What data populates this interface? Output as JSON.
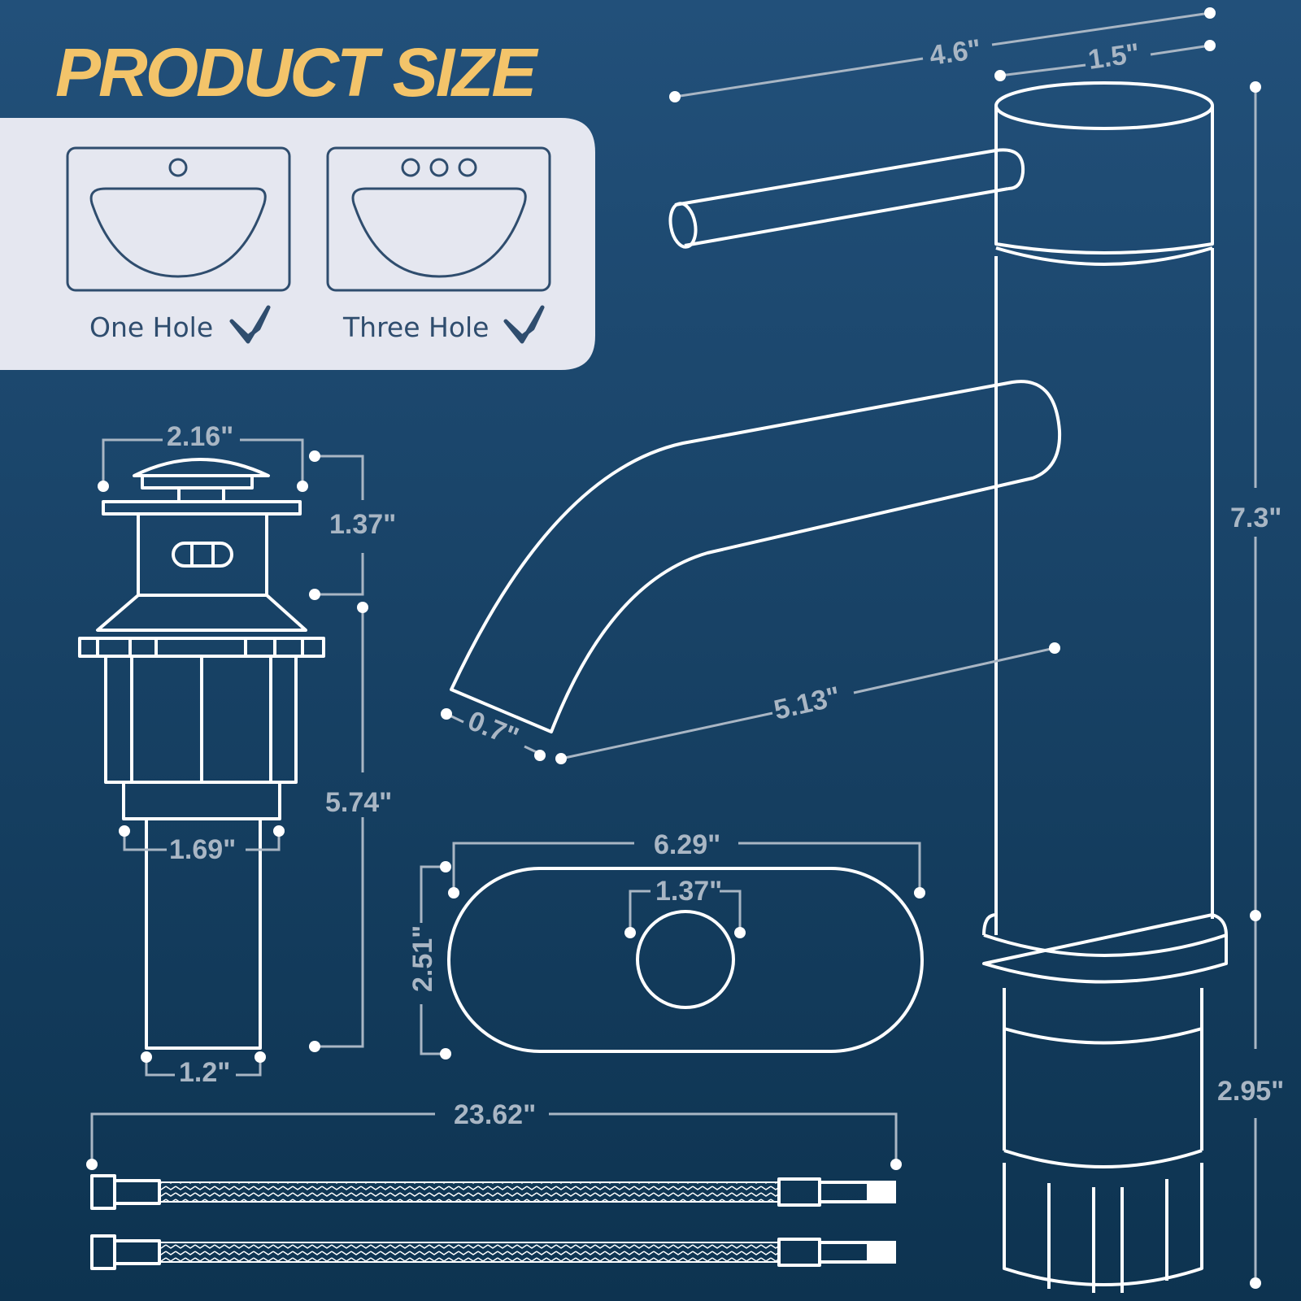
{
  "title": "PRODUCT SIZE",
  "sink_options": [
    {
      "label": "One Hole",
      "icon": "check-icon"
    },
    {
      "label": "Three Hole",
      "icon": "check-icon"
    }
  ],
  "faucet_dimensions": {
    "total_reach": "4.6\"",
    "handle_diameter": "1.5\"",
    "total_height": "7.3\"",
    "base_height": "2.95\"",
    "spout_reach": "5.13\"",
    "spout_outlet": "0.7\""
  },
  "drain_dimensions": {
    "cap_width": "2.16\"",
    "cap_height": "1.37\"",
    "total_height": "5.74\"",
    "body_width": "1.69\"",
    "tail_width": "1.2\""
  },
  "deck_plate_dimensions": {
    "length": "6.29\"",
    "hole_diameter": "1.37\"",
    "width": "2.51\""
  },
  "hose_dimensions": {
    "length": "23.62\""
  },
  "colors": {
    "background_top": "#22507a",
    "background_bottom": "#0d3350",
    "title": "#f3c46a",
    "panel": "#e5e7f0",
    "dimension_text": "#a9b6c4"
  }
}
